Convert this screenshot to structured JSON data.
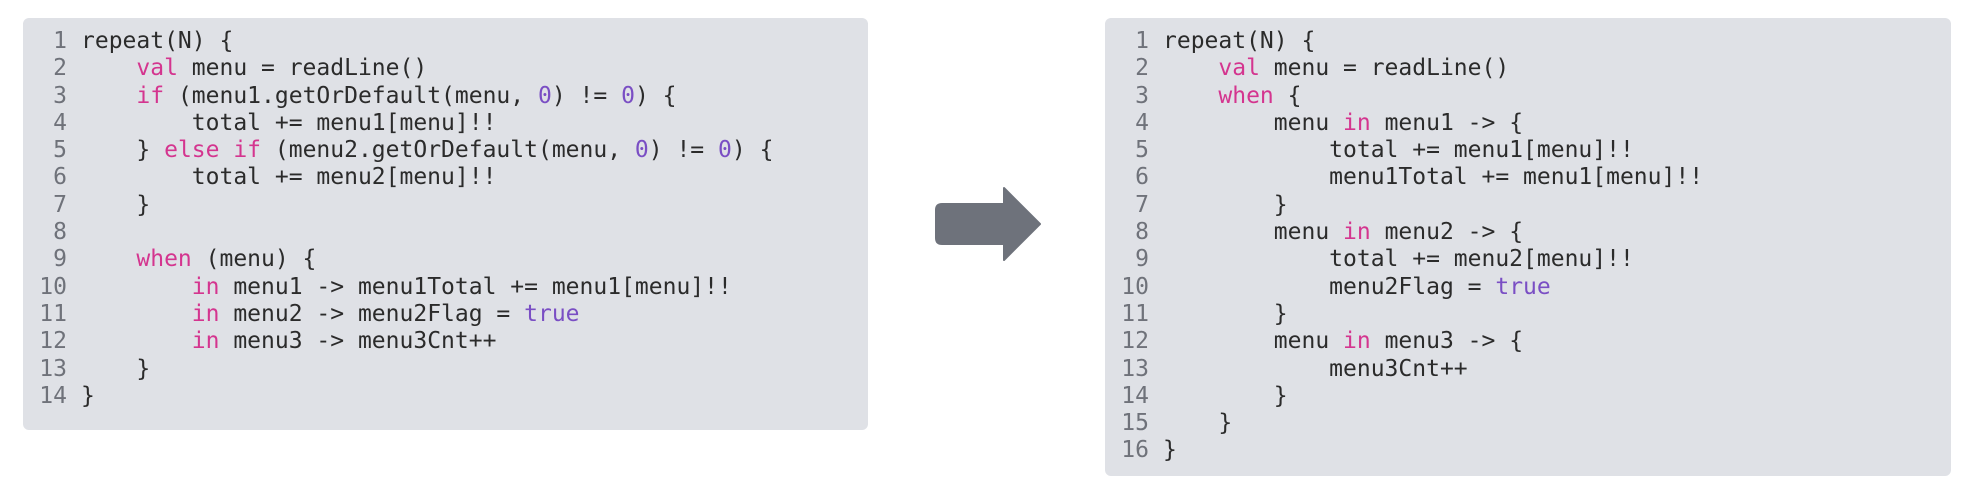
{
  "colors": {
    "panel_background": "#dfe1e6",
    "text": "#2b2b2b",
    "line_number": "#6f727a",
    "keyword": "#d4358f",
    "literal": "#7a4ec4",
    "arrow": "#6e727b"
  },
  "arrow_icon": "right-arrow-icon",
  "panels": [
    {
      "name": "before",
      "lines": [
        {
          "num": "1",
          "tokens": [
            {
              "t": "repeat(N) {",
              "k": "plain"
            }
          ]
        },
        {
          "num": "2",
          "tokens": [
            {
              "t": "    ",
              "k": "plain"
            },
            {
              "t": "val",
              "k": "kw"
            },
            {
              "t": " menu = readLine()",
              "k": "plain"
            }
          ]
        },
        {
          "num": "3",
          "tokens": [
            {
              "t": "    ",
              "k": "plain"
            },
            {
              "t": "if",
              "k": "kw"
            },
            {
              "t": " (menu1.getOrDefault(menu, ",
              "k": "plain"
            },
            {
              "t": "0",
              "k": "lit"
            },
            {
              "t": ") != ",
              "k": "plain"
            },
            {
              "t": "0",
              "k": "lit"
            },
            {
              "t": ") {",
              "k": "plain"
            }
          ]
        },
        {
          "num": "4",
          "tokens": [
            {
              "t": "        total += menu1[menu]!!",
              "k": "plain"
            }
          ]
        },
        {
          "num": "5",
          "tokens": [
            {
              "t": "    } ",
              "k": "plain"
            },
            {
              "t": "else if",
              "k": "kw"
            },
            {
              "t": " (menu2.getOrDefault(menu, ",
              "k": "plain"
            },
            {
              "t": "0",
              "k": "lit"
            },
            {
              "t": ") != ",
              "k": "plain"
            },
            {
              "t": "0",
              "k": "lit"
            },
            {
              "t": ") {",
              "k": "plain"
            }
          ]
        },
        {
          "num": "6",
          "tokens": [
            {
              "t": "        total += menu2[menu]!!",
              "k": "plain"
            }
          ]
        },
        {
          "num": "7",
          "tokens": [
            {
              "t": "    }",
              "k": "plain"
            }
          ]
        },
        {
          "num": "8",
          "tokens": []
        },
        {
          "num": "9",
          "tokens": [
            {
              "t": "    ",
              "k": "plain"
            },
            {
              "t": "when",
              "k": "kw"
            },
            {
              "t": " (menu) {",
              "k": "plain"
            }
          ]
        },
        {
          "num": "10",
          "tokens": [
            {
              "t": "        ",
              "k": "plain"
            },
            {
              "t": "in",
              "k": "kw"
            },
            {
              "t": " menu1 -> menu1Total += menu1[menu]!!",
              "k": "plain"
            }
          ]
        },
        {
          "num": "11",
          "tokens": [
            {
              "t": "        ",
              "k": "plain"
            },
            {
              "t": "in",
              "k": "kw"
            },
            {
              "t": " menu2 -> menu2Flag = ",
              "k": "plain"
            },
            {
              "t": "true",
              "k": "lit"
            }
          ]
        },
        {
          "num": "12",
          "tokens": [
            {
              "t": "        ",
              "k": "plain"
            },
            {
              "t": "in",
              "k": "kw"
            },
            {
              "t": " menu3 -> menu3Cnt++",
              "k": "plain"
            }
          ]
        },
        {
          "num": "13",
          "tokens": [
            {
              "t": "    }",
              "k": "plain"
            }
          ]
        },
        {
          "num": "14",
          "tokens": [
            {
              "t": "}",
              "k": "plain"
            }
          ]
        }
      ]
    },
    {
      "name": "after",
      "lines": [
        {
          "num": "1",
          "tokens": [
            {
              "t": "repeat(N) {",
              "k": "plain"
            }
          ]
        },
        {
          "num": "2",
          "tokens": [
            {
              "t": "    ",
              "k": "plain"
            },
            {
              "t": "val",
              "k": "kw"
            },
            {
              "t": " menu = readLine()",
              "k": "plain"
            }
          ]
        },
        {
          "num": "3",
          "tokens": [
            {
              "t": "    ",
              "k": "plain"
            },
            {
              "t": "when",
              "k": "kw"
            },
            {
              "t": " {",
              "k": "plain"
            }
          ]
        },
        {
          "num": "4",
          "tokens": [
            {
              "t": "        menu ",
              "k": "plain"
            },
            {
              "t": "in",
              "k": "kw"
            },
            {
              "t": " menu1 -> {",
              "k": "plain"
            }
          ]
        },
        {
          "num": "5",
          "tokens": [
            {
              "t": "            total += menu1[menu]!!",
              "k": "plain"
            }
          ]
        },
        {
          "num": "6",
          "tokens": [
            {
              "t": "            menu1Total += menu1[menu]!!",
              "k": "plain"
            }
          ]
        },
        {
          "num": "7",
          "tokens": [
            {
              "t": "        }",
              "k": "plain"
            }
          ]
        },
        {
          "num": "8",
          "tokens": [
            {
              "t": "        menu ",
              "k": "plain"
            },
            {
              "t": "in",
              "k": "kw"
            },
            {
              "t": " menu2 -> {",
              "k": "plain"
            }
          ]
        },
        {
          "num": "9",
          "tokens": [
            {
              "t": "            total += menu2[menu]!!",
              "k": "plain"
            }
          ]
        },
        {
          "num": "10",
          "tokens": [
            {
              "t": "            menu2Flag = ",
              "k": "plain"
            },
            {
              "t": "true",
              "k": "lit"
            }
          ]
        },
        {
          "num": "11",
          "tokens": [
            {
              "t": "        }",
              "k": "plain"
            }
          ]
        },
        {
          "num": "12",
          "tokens": [
            {
              "t": "        menu ",
              "k": "plain"
            },
            {
              "t": "in",
              "k": "kw"
            },
            {
              "t": " menu3 -> {",
              "k": "plain"
            }
          ]
        },
        {
          "num": "13",
          "tokens": [
            {
              "t": "            menu3Cnt++",
              "k": "plain"
            }
          ]
        },
        {
          "num": "14",
          "tokens": [
            {
              "t": "        }",
              "k": "plain"
            }
          ]
        },
        {
          "num": "15",
          "tokens": [
            {
              "t": "    }",
              "k": "plain"
            }
          ]
        },
        {
          "num": "16",
          "tokens": [
            {
              "t": "}",
              "k": "plain"
            }
          ]
        }
      ]
    }
  ]
}
